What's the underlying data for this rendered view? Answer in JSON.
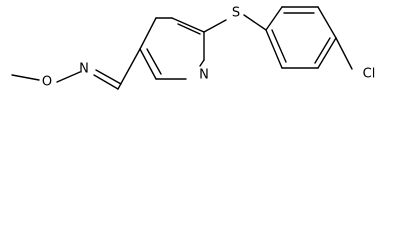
{
  "structure": {
    "atoms": {
      "sulfur": "S",
      "pyridine_nitrogen": "N",
      "chlorine": "Cl",
      "oxime_nitrogen": "N",
      "oxime_oxygen": "O"
    }
  }
}
